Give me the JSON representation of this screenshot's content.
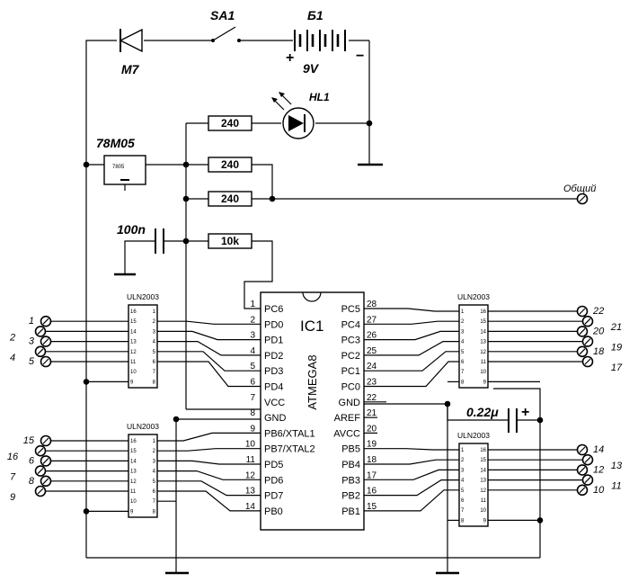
{
  "labels": {
    "switch": "SA1",
    "battery": "Б1",
    "battery_voltage": "9V",
    "battery_plus": "+",
    "battery_minus": "−",
    "diode": "M7",
    "led": "HL1",
    "regulator": "78M05",
    "regulator_body": "7805",
    "cap_left": "100n",
    "cap_right": "0.22μ",
    "cap_plus": "+",
    "common": "Общий"
  },
  "resistors": [
    "240",
    "240",
    "240",
    "10k"
  ],
  "mcu": {
    "name": "IC1",
    "part": "ATMEGA8",
    "left_pins": [
      {
        "num": "1",
        "name": "PC6"
      },
      {
        "num": "2",
        "name": "PD0"
      },
      {
        "num": "3",
        "name": "PD1"
      },
      {
        "num": "4",
        "name": "PD2"
      },
      {
        "num": "5",
        "name": "PD3"
      },
      {
        "num": "6",
        "name": "PD4"
      },
      {
        "num": "7",
        "name": "VCC"
      },
      {
        "num": "8",
        "name": "GND"
      },
      {
        "num": "9",
        "name": "PB6/XTAL1"
      },
      {
        "num": "10",
        "name": "PB7/XTAL2"
      },
      {
        "num": "11",
        "name": "PD5"
      },
      {
        "num": "12",
        "name": "PD6"
      },
      {
        "num": "13",
        "name": "PD7"
      },
      {
        "num": "14",
        "name": "PB0"
      }
    ],
    "right_pins": [
      {
        "num": "28",
        "name": "PC5"
      },
      {
        "num": "27",
        "name": "PC4"
      },
      {
        "num": "26",
        "name": "PC3"
      },
      {
        "num": "25",
        "name": "PC2"
      },
      {
        "num": "24",
        "name": "PC1"
      },
      {
        "num": "23",
        "name": "PC0"
      },
      {
        "num": "22",
        "name": "GND"
      },
      {
        "num": "21",
        "name": "AREF"
      },
      {
        "num": "20",
        "name": "AVCC"
      },
      {
        "num": "19",
        "name": "PB5"
      },
      {
        "num": "18",
        "name": "PB4"
      },
      {
        "num": "17",
        "name": "PB3"
      },
      {
        "num": "16",
        "name": "PB2"
      },
      {
        "num": "15",
        "name": "PB1"
      }
    ]
  },
  "uln": {
    "name": "ULN2003",
    "left_pins": [
      "16",
      "15",
      "14",
      "13",
      "12",
      "11",
      "10",
      "9"
    ],
    "right_pins": [
      "1",
      "2",
      "3",
      "4",
      "5",
      "6",
      "7",
      "8"
    ],
    "right_chip_left_pins": [
      "1",
      "2",
      "3",
      "4",
      "5",
      "6",
      "7",
      "8"
    ],
    "right_chip_right_pins": [
      "16",
      "15",
      "14",
      "13",
      "12",
      "11",
      "10",
      "9"
    ]
  },
  "terminals": {
    "uln_tl": [
      "1",
      "2",
      "3",
      "4",
      "5"
    ],
    "uln_bl": [
      "15",
      "16",
      "6",
      "7",
      "8",
      "9"
    ],
    "uln_tr": [
      "22",
      "21",
      "20",
      "19",
      "18",
      "17"
    ],
    "uln_br": [
      "14",
      "13",
      "12",
      "11",
      "10"
    ]
  }
}
